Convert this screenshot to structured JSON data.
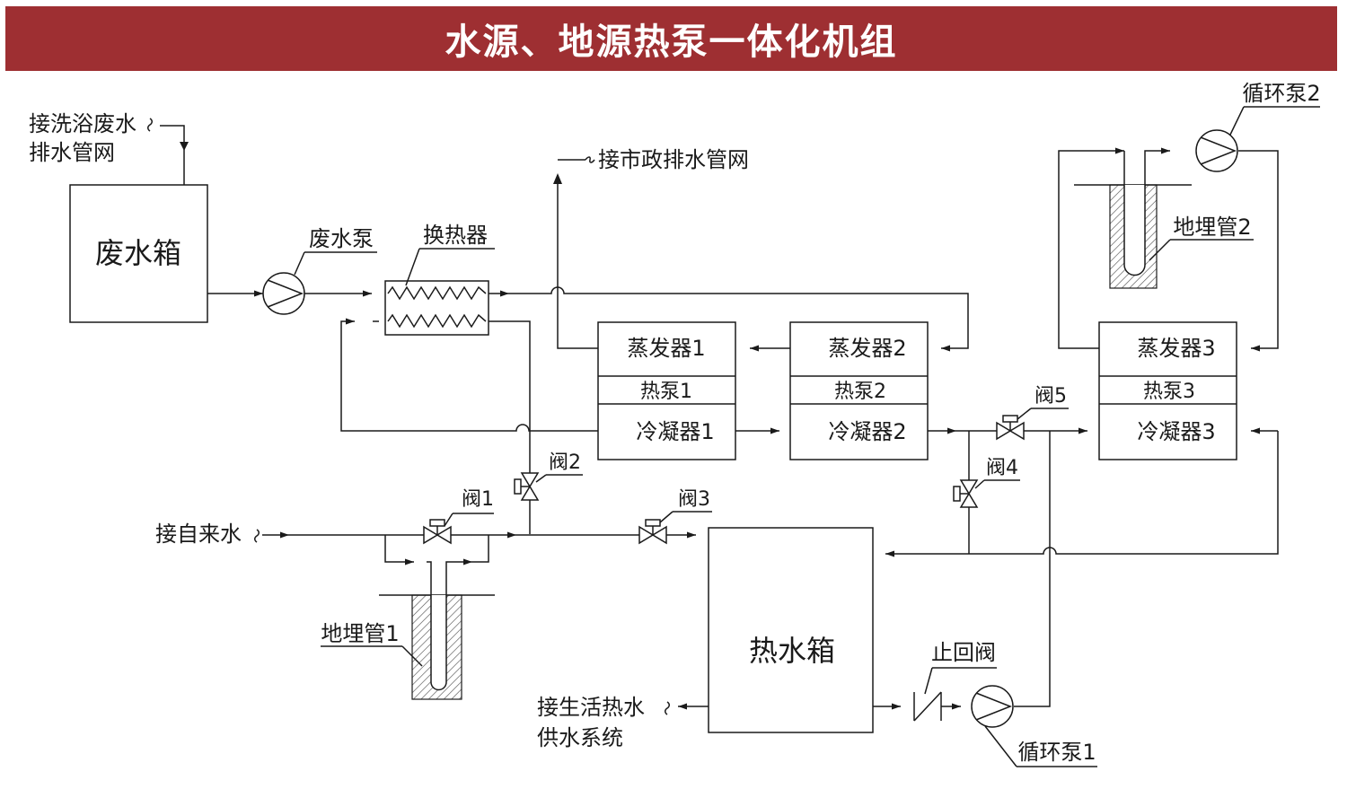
{
  "title": "水源、地源热泵一体化机组",
  "colors": {
    "banner": "#9e2f32",
    "line": "#1a1a1a",
    "hatch": "#444444"
  },
  "labels": {
    "bath_waste_line1": "接洗浴废水",
    "bath_waste_line2": "排水管网",
    "waste_tank": "废水箱",
    "waste_pump": "废水泵",
    "heat_exchanger": "换热器",
    "municipal_drain": "接市政排水管网",
    "evaporator1": "蒸发器1",
    "heat_pump1": "热泵1",
    "condenser1": "冷凝器1",
    "evaporator2": "蒸发器2",
    "heat_pump2": "热泵2",
    "condenser2": "冷凝器2",
    "evaporator3": "蒸发器3",
    "heat_pump3": "热泵3",
    "condenser3": "冷凝器3",
    "circ_pump2": "循环泵2",
    "ground_pipe2": "地埋管2",
    "valve1": "阀1",
    "valve2": "阀2",
    "valve3": "阀3",
    "valve4": "阀4",
    "valve5": "阀5",
    "tap_water": "接自来水",
    "ground_pipe1": "地埋管1",
    "hot_water_tank": "热水箱",
    "check_valve": "止回阀",
    "circ_pump1": "循环泵1",
    "hot_supply_line1": "接生活热水",
    "hot_supply_line2": "供水系统"
  }
}
